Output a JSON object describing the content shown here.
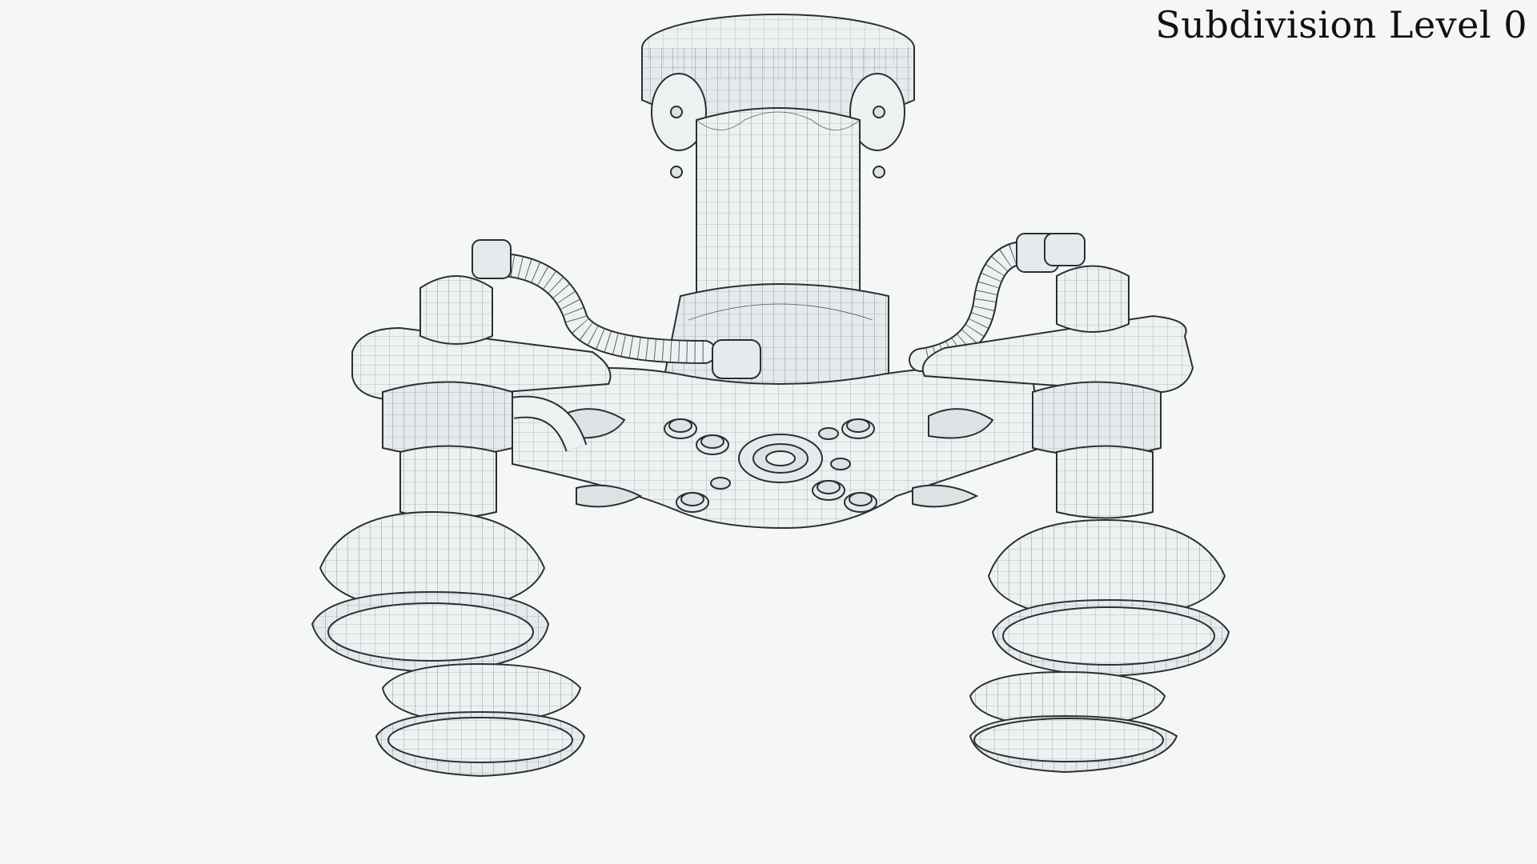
{
  "viewport": {
    "label": "Subdivision Level 0",
    "background": "#f5f6f6"
  },
  "model": {
    "render_style": "wireframe-over-shaded",
    "shading_color": "#eef1f2",
    "wire_color": "#2b2f31",
    "parts": [
      "top-mount-cap",
      "central-column",
      "cross-plate",
      "bolt-heads",
      "center-hub",
      "left-arm",
      "right-arm",
      "left-hoses",
      "right-hoses",
      "left-front-suction-cup",
      "left-rear-suction-cup",
      "right-front-suction-cup",
      "right-rear-suction-cup"
    ]
  }
}
